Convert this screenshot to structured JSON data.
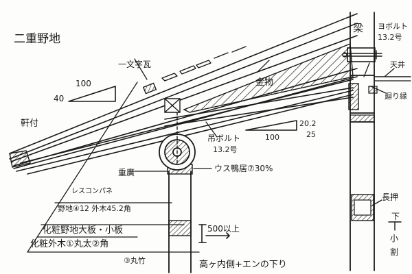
{
  "title": "二重野地",
  "labels": {
    "ichimonji": "一文字瓦",
    "nokiura": "軒付",
    "ridge_beam": "梁",
    "bolt_top_1": "ヨボルト",
    "bolt_top_2": "13.2号",
    "ceiling": "天井",
    "mawaribuchi": "廻り縁",
    "kanagu": "金物",
    "suspension_bolt_1": "吊ボルト",
    "suspension_bolt_2": "13.2号",
    "shigeta": "重廣",
    "usu_kamoi": "ウス鴨居⑦30%",
    "nageshi": "長押",
    "ridge_note": "レスコンパネ",
    "layer_1": "野地④12 外木45.2角",
    "layer_2": "化粧野地大板・小板",
    "layer_3a": "化粧外木①丸太②角",
    "layer_3b": "③丸竹",
    "side_height": "500以上",
    "bottom_note": "高ヶ内側+エンの下り",
    "side_section_1": "下",
    "side_section_2": "小",
    "side_section_3": "割"
  },
  "slope_main": {
    "rise": "40",
    "run": "100"
  },
  "slope_lower": {
    "rise1": "20.2",
    "rise2": "25",
    "run": "100"
  }
}
